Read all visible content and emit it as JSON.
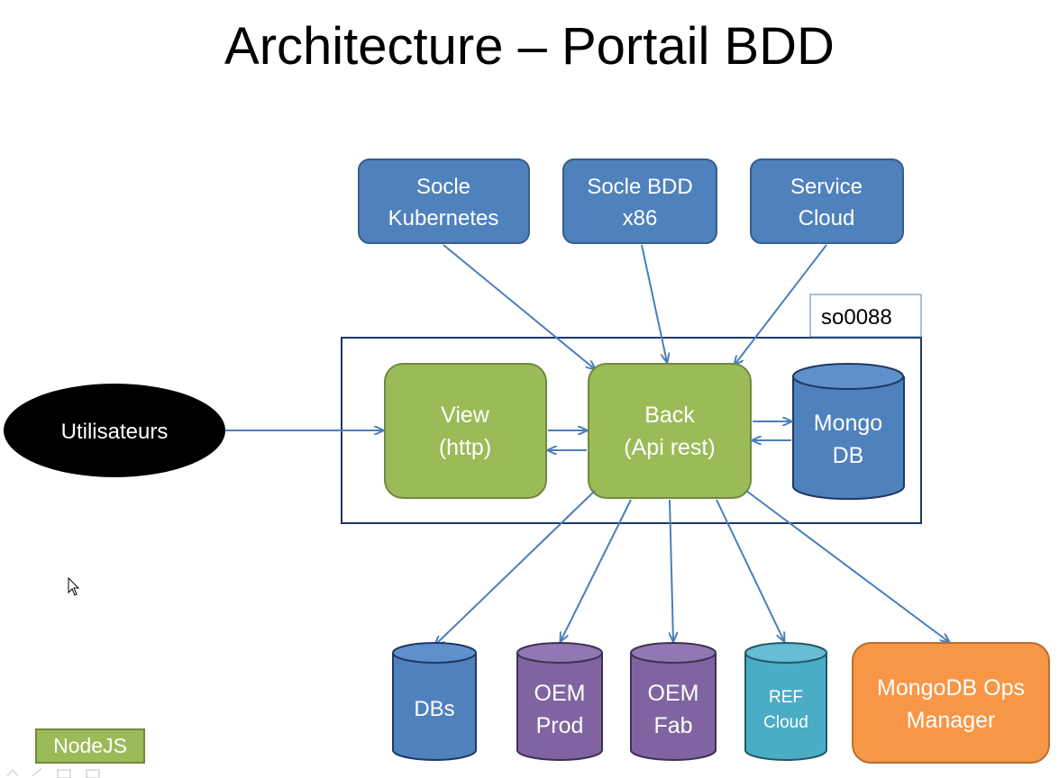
{
  "title": "Architecture – Portail BDD",
  "colors": {
    "blue": "#4f81bd",
    "blue_border": "#385d8a",
    "green": "#9bbb59",
    "green_border": "#71893f",
    "purple": "#8064a2",
    "teal": "#4bacc6",
    "orange": "#f79646",
    "arrow": "#4a7ebb"
  },
  "sources": [
    {
      "line1": "Socle",
      "line2": "Kubernetes"
    },
    {
      "line1": "Socle BDD",
      "line2": "x86"
    },
    {
      "line1": "Service",
      "line2": "Cloud"
    }
  ],
  "server": {
    "label": "so0088"
  },
  "users": {
    "label": "Utilisateurs"
  },
  "view": {
    "line1": "View",
    "line2": "(http)"
  },
  "back": {
    "line1": "Back",
    "line2": "(Api rest)"
  },
  "mongo": {
    "line1": "Mongo",
    "line2": "DB"
  },
  "targets": [
    {
      "line1": "DBs",
      "line2": ""
    },
    {
      "line1": "OEM",
      "line2": "Prod"
    },
    {
      "line1": "OEM",
      "line2": "Fab"
    },
    {
      "line1": "REF",
      "line2": "Cloud"
    }
  ],
  "ops_manager": {
    "line1": "MongoDB Ops",
    "line2": "Manager"
  },
  "legend": {
    "label": "NodeJS"
  },
  "icons": [
    "mouse-cursor-icon",
    "slide-toolbar-icons"
  ]
}
